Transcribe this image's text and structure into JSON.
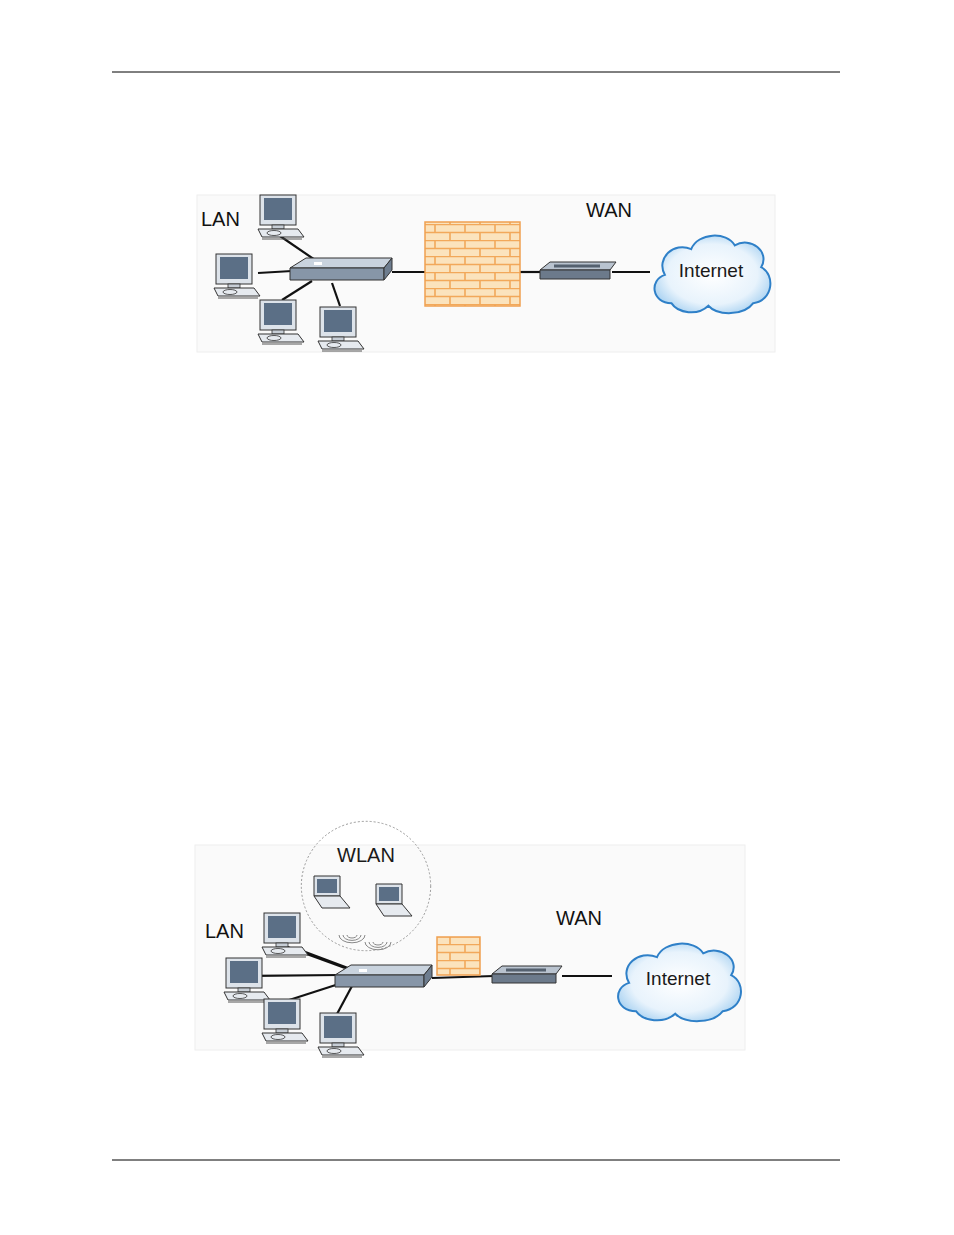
{
  "diagram": {
    "nodes": [
      {
        "text": [
          "Internet"
        ]
      },
      {
        "text": [
          "WLAN"
        ]
      },
      {
        "text": [
          "Internet"
        ]
      }
    ],
    "labels": [
      "LAN",
      "WAN",
      "LAN",
      "WAN"
    ]
  }
}
